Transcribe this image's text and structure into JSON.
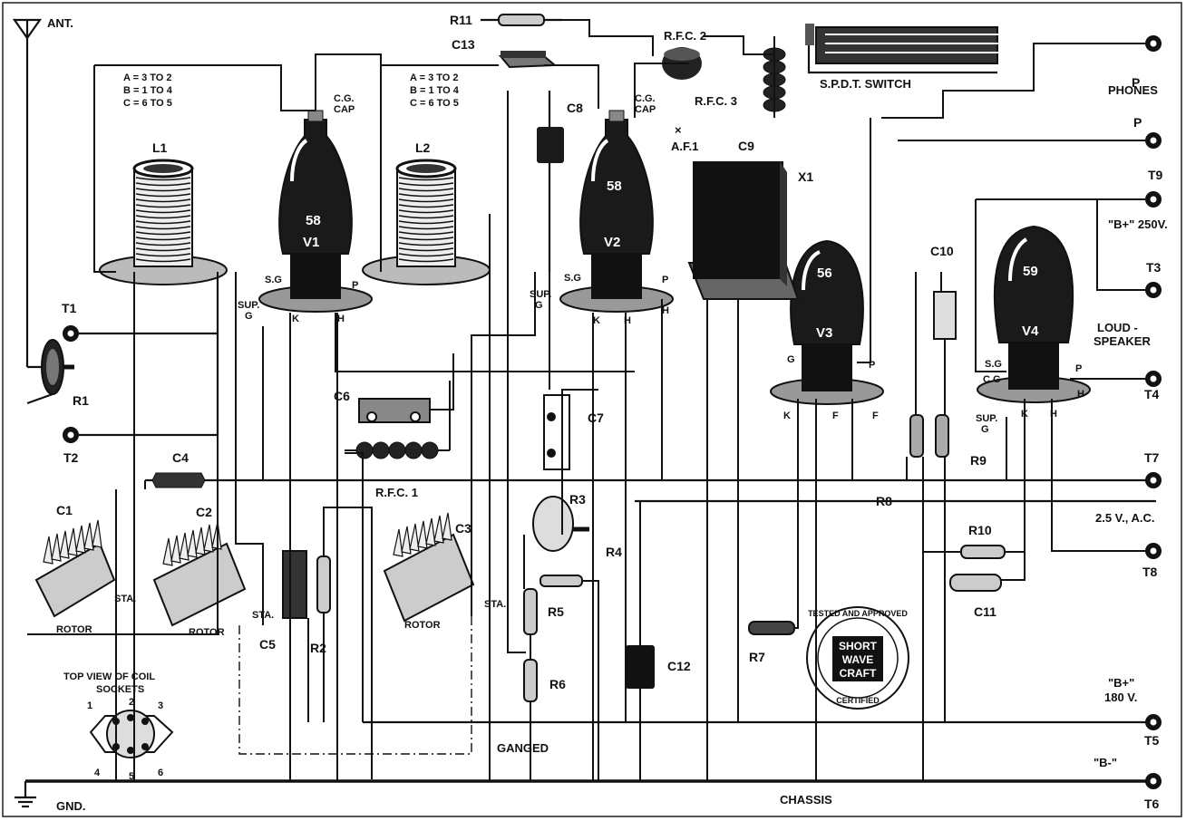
{
  "labels": {
    "ant": "ANT.",
    "gnd": "GND.",
    "phones": "PHONES",
    "loudspeaker": "LOUD-\nSPEAKER",
    "chassis": "CHASSIS",
    "ganged": "GANGED",
    "switch": "S.P.D.T. SWITCH",
    "b_plus_250": "\"B+\" 250V.",
    "b_plus_180": "\"B+\"\n180 V.",
    "b_minus": "\"B-\"",
    "ac": "2.5 V., A.C.",
    "coil_socket_title": "TOP VIEW OF COIL\nSOCKETS",
    "coil_legend": [
      "A = 3 TO 2",
      "B = 1 TO 4",
      "C = 6 TO 5"
    ]
  },
  "tubes": [
    {
      "id": "V1",
      "type": "58"
    },
    {
      "id": "V2",
      "type": "58"
    },
    {
      "id": "V3",
      "type": "56"
    },
    {
      "id": "V4",
      "type": "59"
    }
  ],
  "components": {
    "coils": [
      "L1",
      "L2"
    ],
    "capacitors": [
      "C1",
      "C2",
      "C3",
      "C4",
      "C5",
      "C6",
      "C7",
      "C8",
      "C9",
      "C10",
      "C11",
      "C12",
      "C13"
    ],
    "resistors": [
      "R1",
      "R2",
      "R3",
      "R4",
      "R5",
      "R6",
      "R7",
      "R8",
      "R9",
      "R10",
      "R11"
    ],
    "chokes": [
      "R.F.C. 1",
      "R.F.C. 2",
      "R.F.C. 3"
    ],
    "transformer": "A.F.1",
    "x1": "X1",
    "terminals": [
      "T1",
      "T2",
      "T3",
      "T4",
      "T5",
      "T6",
      "T7",
      "T8",
      "T9"
    ],
    "phone_jacks": [
      "P",
      "P"
    ]
  },
  "pin_labels": {
    "cg_cap": "C.G.\nCAP",
    "sg": "S.G",
    "sup_g": "SUP.\nG",
    "k": "K",
    "h": "H",
    "p": "P",
    "g": "G",
    "f": "F",
    "cg": "C.G",
    "rotor": "ROTOR",
    "sta": "STA.",
    "x_mark": "×"
  },
  "seal": {
    "top": "TESTED AND APPROVED",
    "center": [
      "SHORT",
      "WAVE",
      "CRAFT"
    ],
    "bottom": "CERTIFIED"
  },
  "colors": {
    "ink": "#111111",
    "paper": "#ffffff"
  }
}
